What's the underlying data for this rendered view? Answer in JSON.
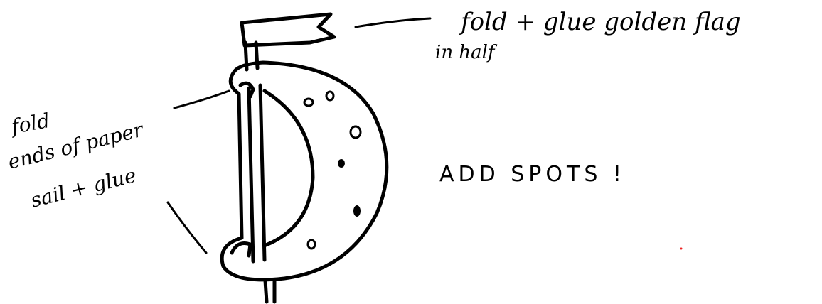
{
  "annotations": {
    "flag_line1": "fold + glue golden flag",
    "flag_line2": "in half",
    "sail_line1": "fold",
    "sail_line2": "ends of paper",
    "sail_line3": "sail + glue",
    "spots": "ADD SPOTS !"
  },
  "colors": {
    "ink": "#000000",
    "background": "#ffffff"
  }
}
